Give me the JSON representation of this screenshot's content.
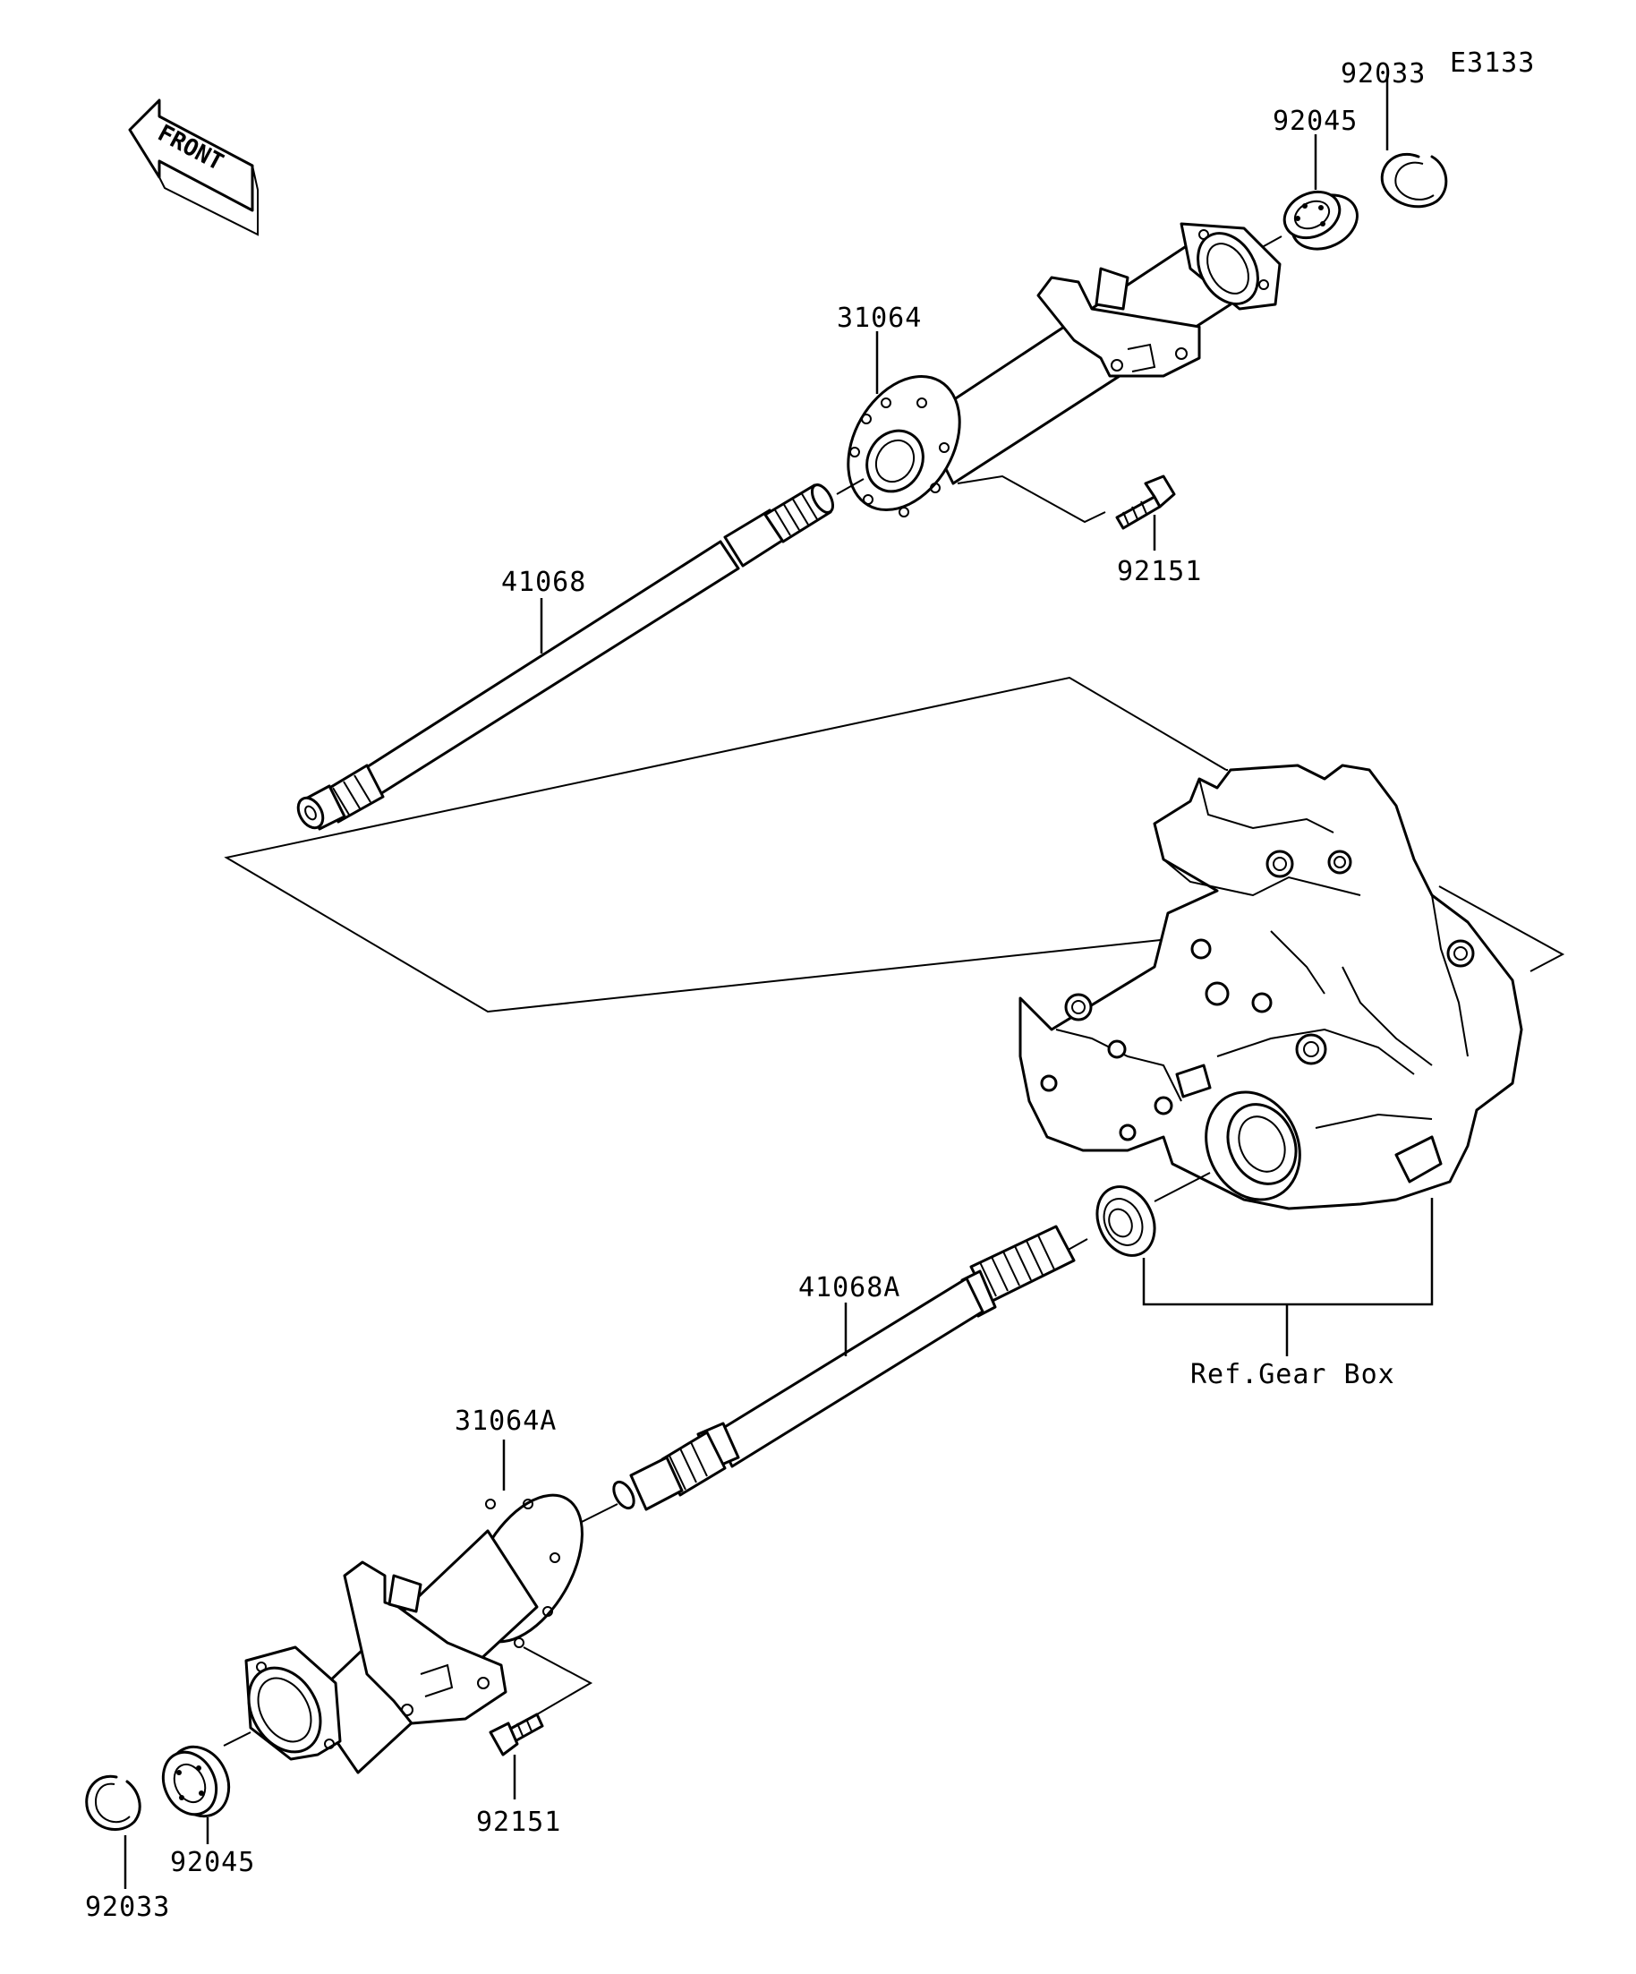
{
  "diagram": {
    "code": "E3133",
    "front_label": "FRONT",
    "labels": {
      "ring_top": "92033",
      "bearing_top": "92045",
      "housing_top": "31064",
      "bolt_top": "92151",
      "shaft_top": "41068",
      "shaft_bottom": "41068A",
      "ref_gearbox": "Ref.Gear Box",
      "housing_bottom": "31064A",
      "bolt_bottom": "92151",
      "bearing_bottom": "92045",
      "ring_bottom": "92033"
    }
  }
}
